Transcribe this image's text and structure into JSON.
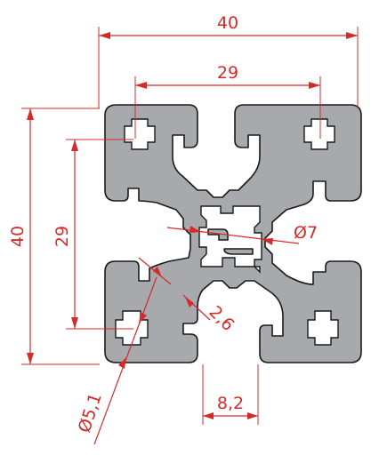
{
  "dimensions": {
    "overall_width": "40",
    "overall_height": "40",
    "horizontal_pitch": "29",
    "vertical_pitch": "29",
    "center_bore": "Ø7",
    "wall_thickness": "2,6",
    "corner_bore": "Ø5,1",
    "slot_width": "8,2"
  },
  "colors": {
    "dimension": "#d62a2a",
    "profile_fill": "#a7a9ac",
    "outline": "#1a1a1a"
  }
}
